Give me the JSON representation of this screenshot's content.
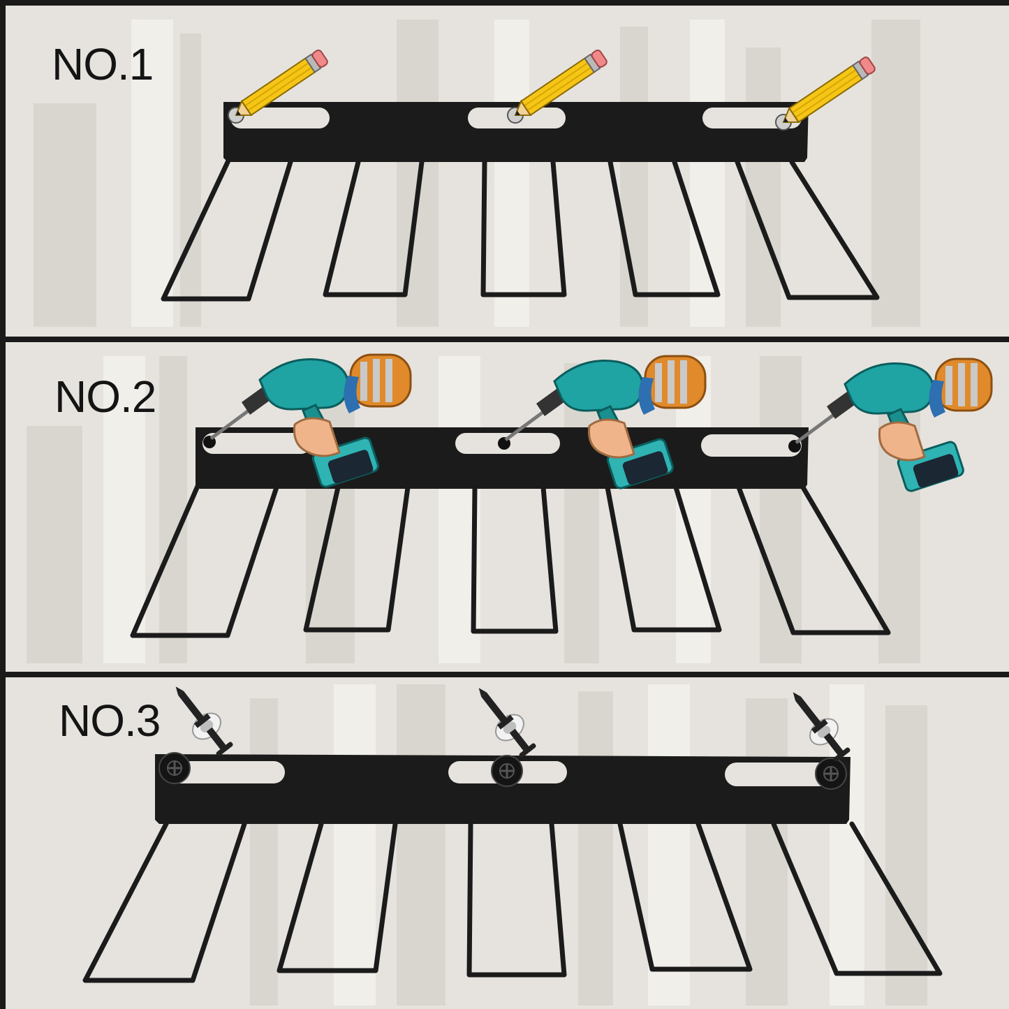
{
  "steps": [
    {
      "label": "NO.1",
      "tool_icon": "pencil-icon",
      "action": "mark"
    },
    {
      "label": "NO.2",
      "tool_icon": "power-drill-icon",
      "action": "drill"
    },
    {
      "label": "NO.3",
      "tool_icon": "screw-icon",
      "action": "fasten"
    }
  ],
  "colors": {
    "background_wall": "#e6e3de",
    "rack_metal": "#1b1b1b",
    "divider": "#1a1a1a",
    "pencil_body": "#f5c518",
    "pencil_eraser": "#f08a8a",
    "drill_body": "#1fa3a3",
    "drill_battery": "#e08a2c",
    "hand": "#f0b48a"
  }
}
